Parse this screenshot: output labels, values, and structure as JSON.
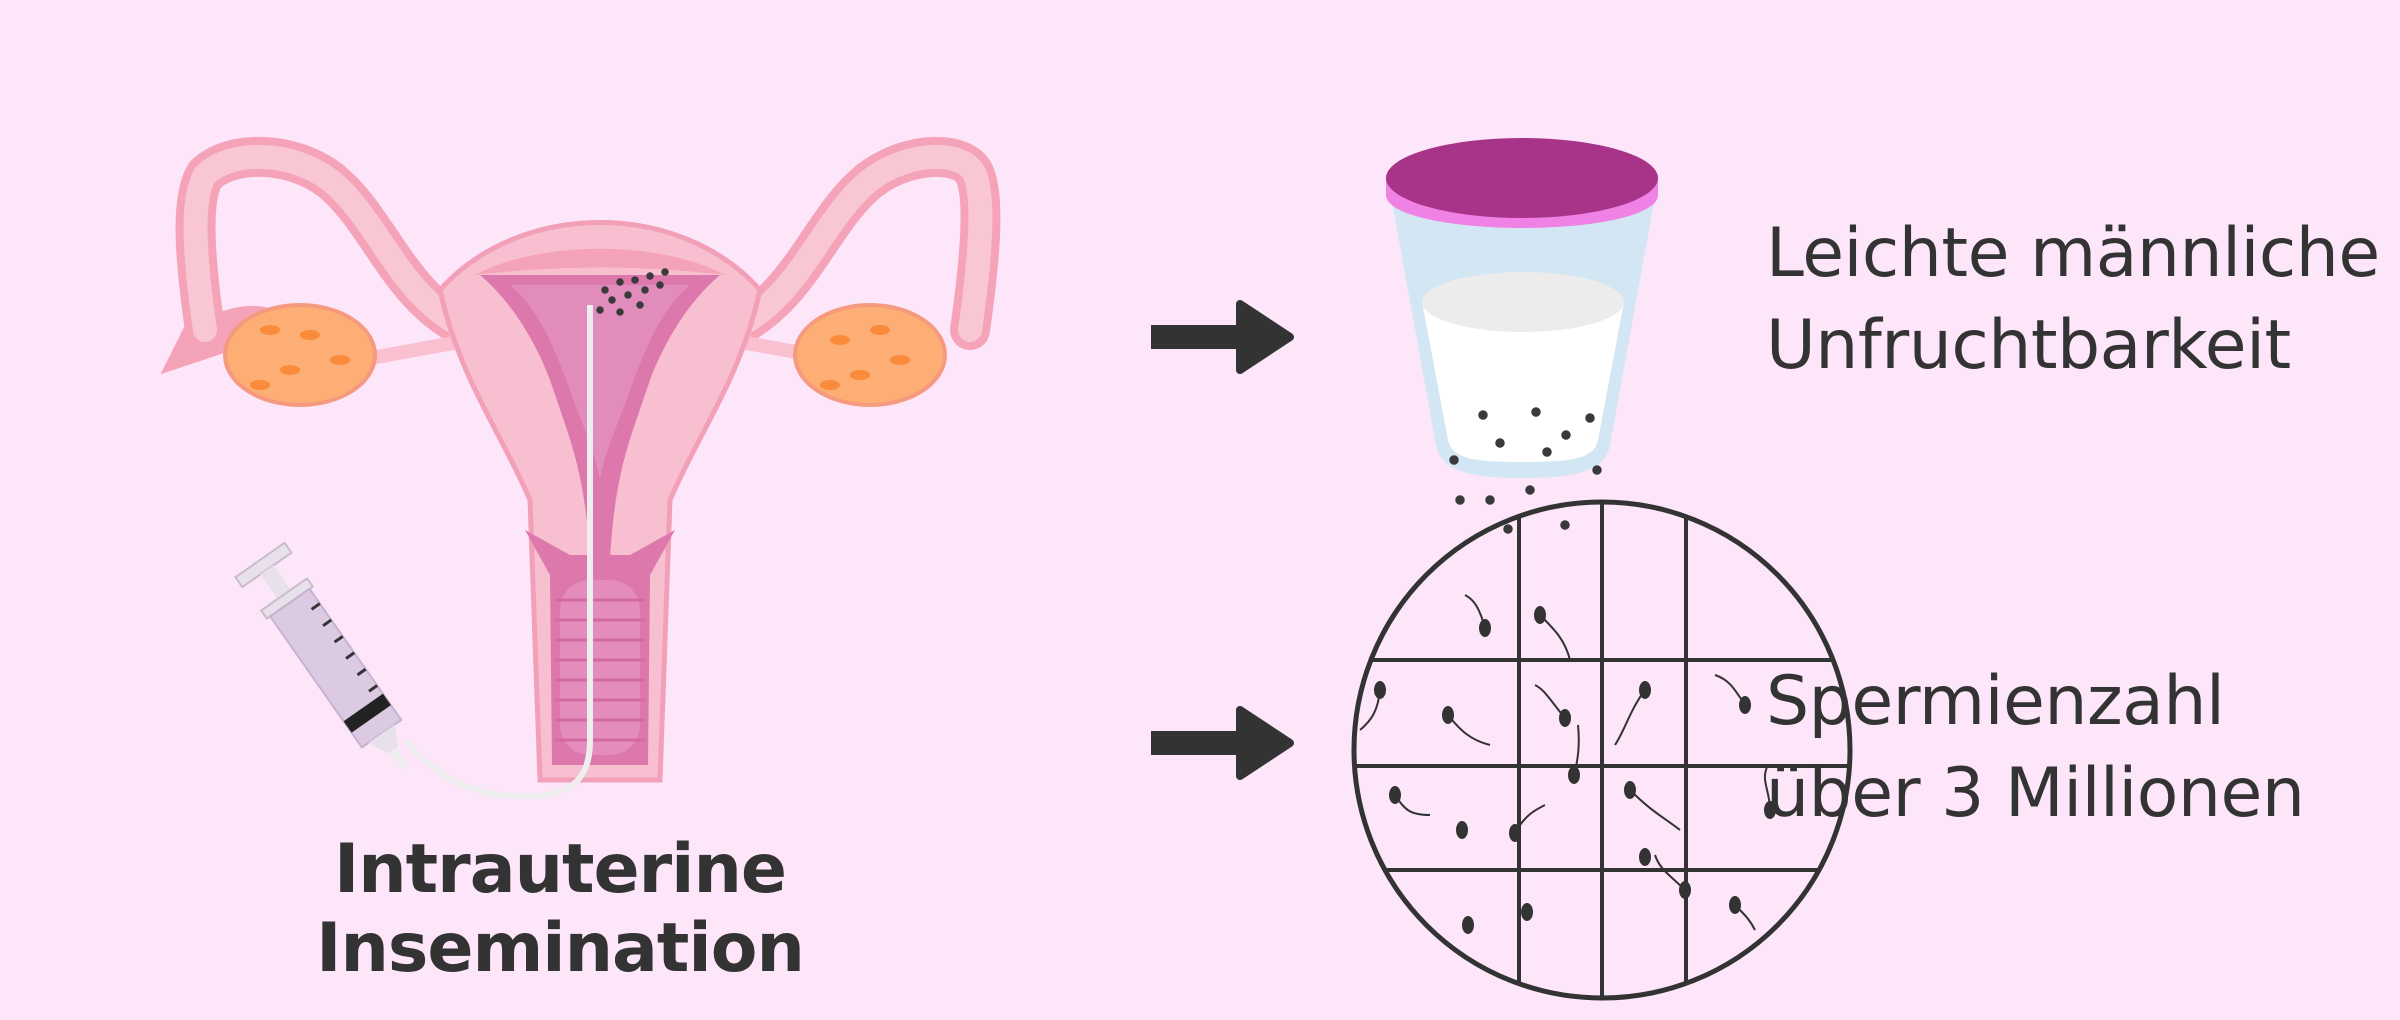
{
  "title": "Intrauterine Insemination",
  "items": [
    {
      "lines": [
        "Leichte männliche",
        "Unfruchtbarkeit"
      ],
      "icon": "sample-cup-icon"
    },
    {
      "lines": [
        "Spermienzahl",
        "über 3 Millionen"
      ],
      "icon": "microscope-grid-icon"
    }
  ],
  "colors": {
    "background": "#fde6fa",
    "text": "#333333",
    "uterus_outer": "#f7b7c9",
    "uterus_inner": "#dc78ac",
    "ovary": "#fdae74",
    "cup_lid": "#a8348a",
    "cup_rim": "#f081e5",
    "cup_glass": "#d3e6f3"
  }
}
